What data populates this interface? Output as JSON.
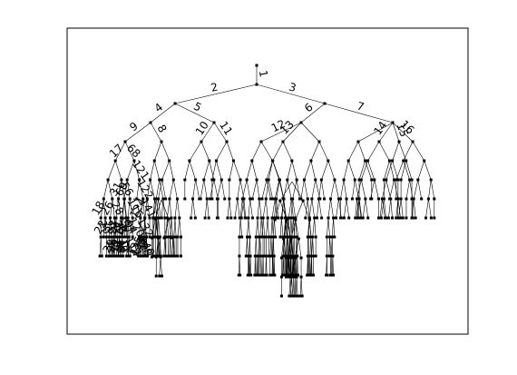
{
  "figure": {
    "background": "#ffffff",
    "ink_color": "#000000"
  },
  "tree": {
    "edge_labels": [
      "1",
      "2",
      "3",
      "4",
      "5",
      "6",
      "7",
      "8",
      "9",
      "10",
      "11",
      "12",
      "13",
      "14",
      "15",
      "16",
      "17",
      "18",
      "20",
      "22",
      "25",
      "26",
      "27",
      "28",
      "29",
      "30",
      "31",
      "33",
      "36",
      "38",
      "39",
      "40",
      "41",
      "43",
      "47",
      "56",
      "57",
      "68",
      "69",
      "94",
      "95",
      "103",
      "114",
      "116",
      "120",
      "121",
      "122",
      "124",
      "125",
      "128",
      "132",
      "133",
      "140",
      "141",
      "142"
    ]
  }
}
